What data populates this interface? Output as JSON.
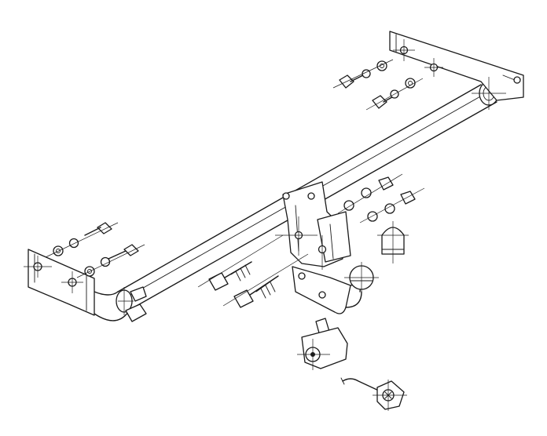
{
  "figure": {
    "kind": "exploded-assembly-line-drawing",
    "subject": "tow bar",
    "line_color": "#1a1a1a",
    "background_color": "#ffffff",
    "parts": [
      {
        "id": "crossbar",
        "icon": "tube-beam"
      },
      {
        "id": "left-bracket",
        "icon": "mount-plate"
      },
      {
        "id": "right-bracket",
        "icon": "mount-plate"
      },
      {
        "id": "center-mount-plate",
        "icon": "mount-plate"
      },
      {
        "id": "tow-ball-neck",
        "icon": "tow-ball"
      },
      {
        "id": "ball-cover",
        "icon": "cap"
      },
      {
        "id": "socket-plate",
        "icon": "bracket"
      },
      {
        "id": "electrical-socket",
        "icon": "socket"
      },
      {
        "id": "wiring-plug",
        "icon": "plug"
      },
      {
        "id": "bolts",
        "icon": "hex-bolt"
      },
      {
        "id": "nuts-and-washers",
        "icon": "hex-nut"
      }
    ]
  }
}
